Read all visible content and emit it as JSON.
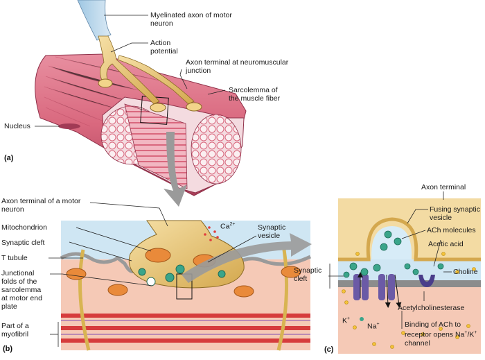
{
  "panel_a": {
    "panel_label": "(a)",
    "labels": {
      "myelinated_axon": "Myelinated axon of motor neuron",
      "action_potential": "Action potential",
      "axon_terminal_nmj": "Axon terminal at neuromuscular junction",
      "sarcolemma": "Sarcolemma of the muscle fiber",
      "nucleus": "Nucleus"
    }
  },
  "panel_b": {
    "panel_label": "(b)",
    "labels": {
      "axon_terminal_motor": "Axon terminal of a motor neuron",
      "mitochondrion": "Mitochondrion",
      "synaptic_cleft": "Synaptic cleft",
      "t_tubule": "T tubule",
      "junctional_folds": "Junctional folds of the sarcolemma at motor end plate",
      "myofibril": "Part of a myofibril",
      "synaptic_vesicle": "Synaptic vesicle",
      "ca_ion": "Ca",
      "ca_charge": "2+"
    }
  },
  "panel_c": {
    "panel_label": "(c)",
    "labels": {
      "axon_terminal": "Axon terminal",
      "fusing_vesicle": "Fusing synaptic vesicle",
      "ach_molecules": "ACh molecules",
      "acetic_acid": "Acetic acid",
      "choline": "Choline",
      "synaptic_cleft": "Synaptic cleft",
      "acetylcholinesterase": "Acetylcholinesterase",
      "k_ion": "K",
      "na_ion": "Na",
      "ion_charge": "+",
      "binding": "Binding of ACh to receptor opens Na",
      "binding_tail_k": "/K",
      "binding_tail": " channel"
    }
  },
  "colors": {
    "muscle": "#d9687e",
    "muscle_dark": "#b8445e",
    "axon": "#e9c679",
    "axon_dark": "#b8923c",
    "cleft": "#cfe6f3",
    "sarcoplasm": "#f5c9b6",
    "receptor": "#6b5aa6",
    "arrow": "#9a9a9a",
    "ach": "#2f9a78"
  }
}
